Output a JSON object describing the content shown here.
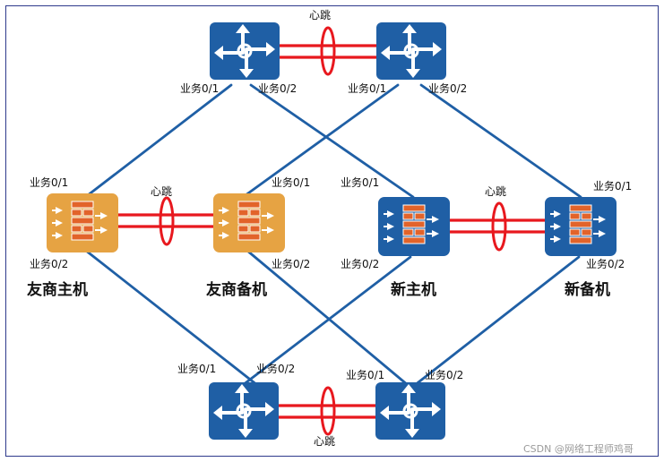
{
  "labels": {
    "heartbeat": "心跳",
    "port1": "业务0/1",
    "port2": "业务0/2"
  },
  "devices": {
    "vendor_master": "友商主机",
    "vendor_backup": "友商备机",
    "new_master": "新主机",
    "new_backup": "新备机"
  },
  "watermark": "CSDN @网络工程师鸡哥",
  "colors": {
    "link": "#1f5fa5",
    "heartbeat": "#e8181e",
    "router": "#1f5fa5",
    "vendor_fw": "#e6a343",
    "brick": "#e2632a",
    "frame": "#2e3a8c"
  },
  "icons": {
    "router": "router-icon",
    "firewall": "firewall-icon"
  }
}
